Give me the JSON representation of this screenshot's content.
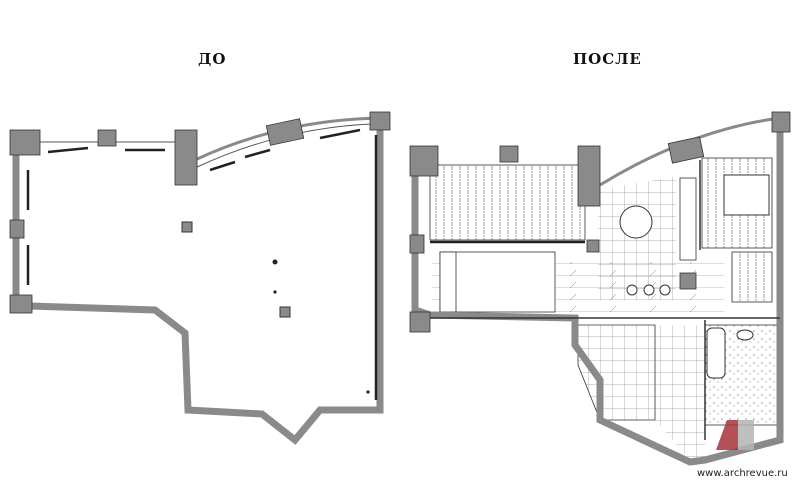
{
  "labels": {
    "before": "ДО",
    "after": "ПОСЛЕ"
  },
  "watermark": {
    "url": "www.archrevue.ru",
    "logo": "АР"
  },
  "colors": {
    "wall": "#8a8a8a",
    "line": "#333333",
    "logo_red": "#a8323c",
    "logo_gray": "#b5b5b5"
  }
}
